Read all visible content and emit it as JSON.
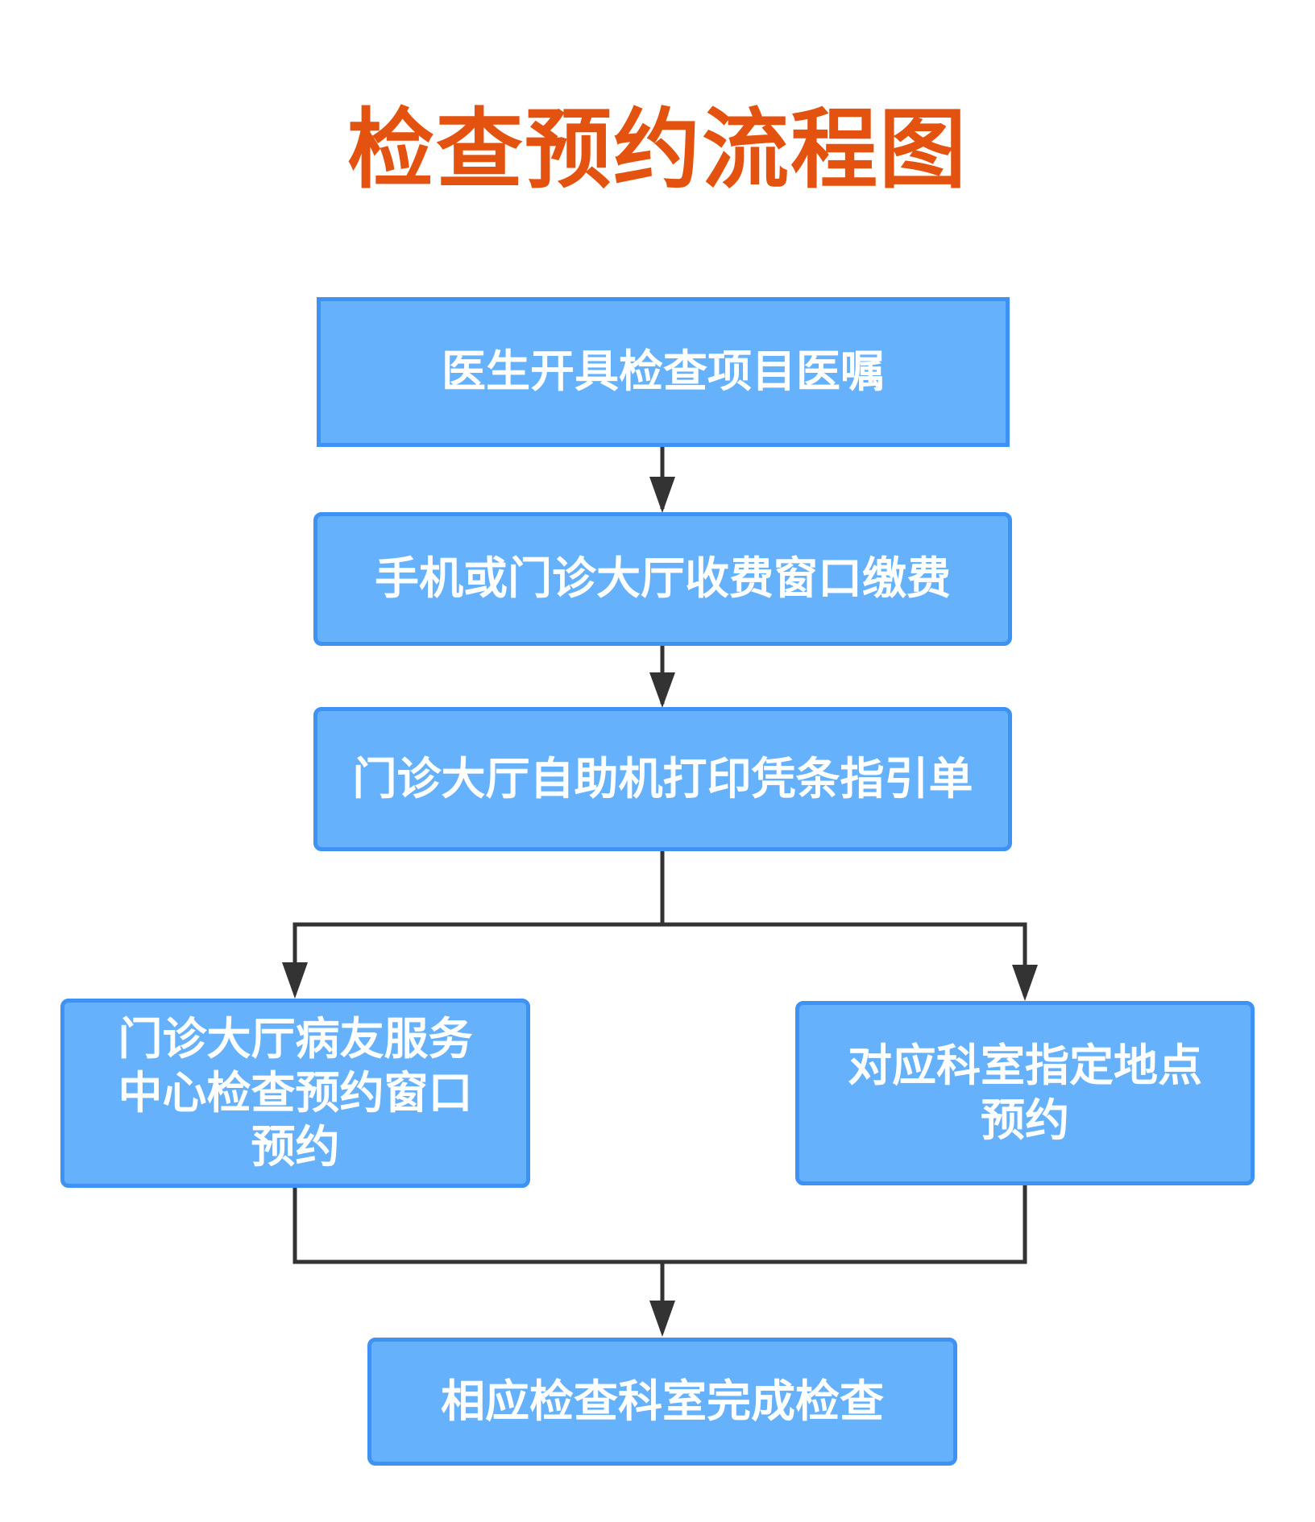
{
  "title": "检查预约流程图",
  "colors": {
    "title": "#e4520f",
    "box_fill": "#66b1fb",
    "box_border": "#3d92f3",
    "box_text": "#ffffff",
    "connector": "#333333"
  },
  "nodes": {
    "doctor_order": "医生开具检查项目医嘱",
    "payment": "手机或门诊大厅收费窗口缴费",
    "print_slip": "门诊大厅自助机打印凭条指引单",
    "service_center": "门诊大厅病友服务中心检查预约窗口预约",
    "department_booking": "对应科室指定地点预约",
    "complete_exam": "相应检查科室完成检查"
  }
}
